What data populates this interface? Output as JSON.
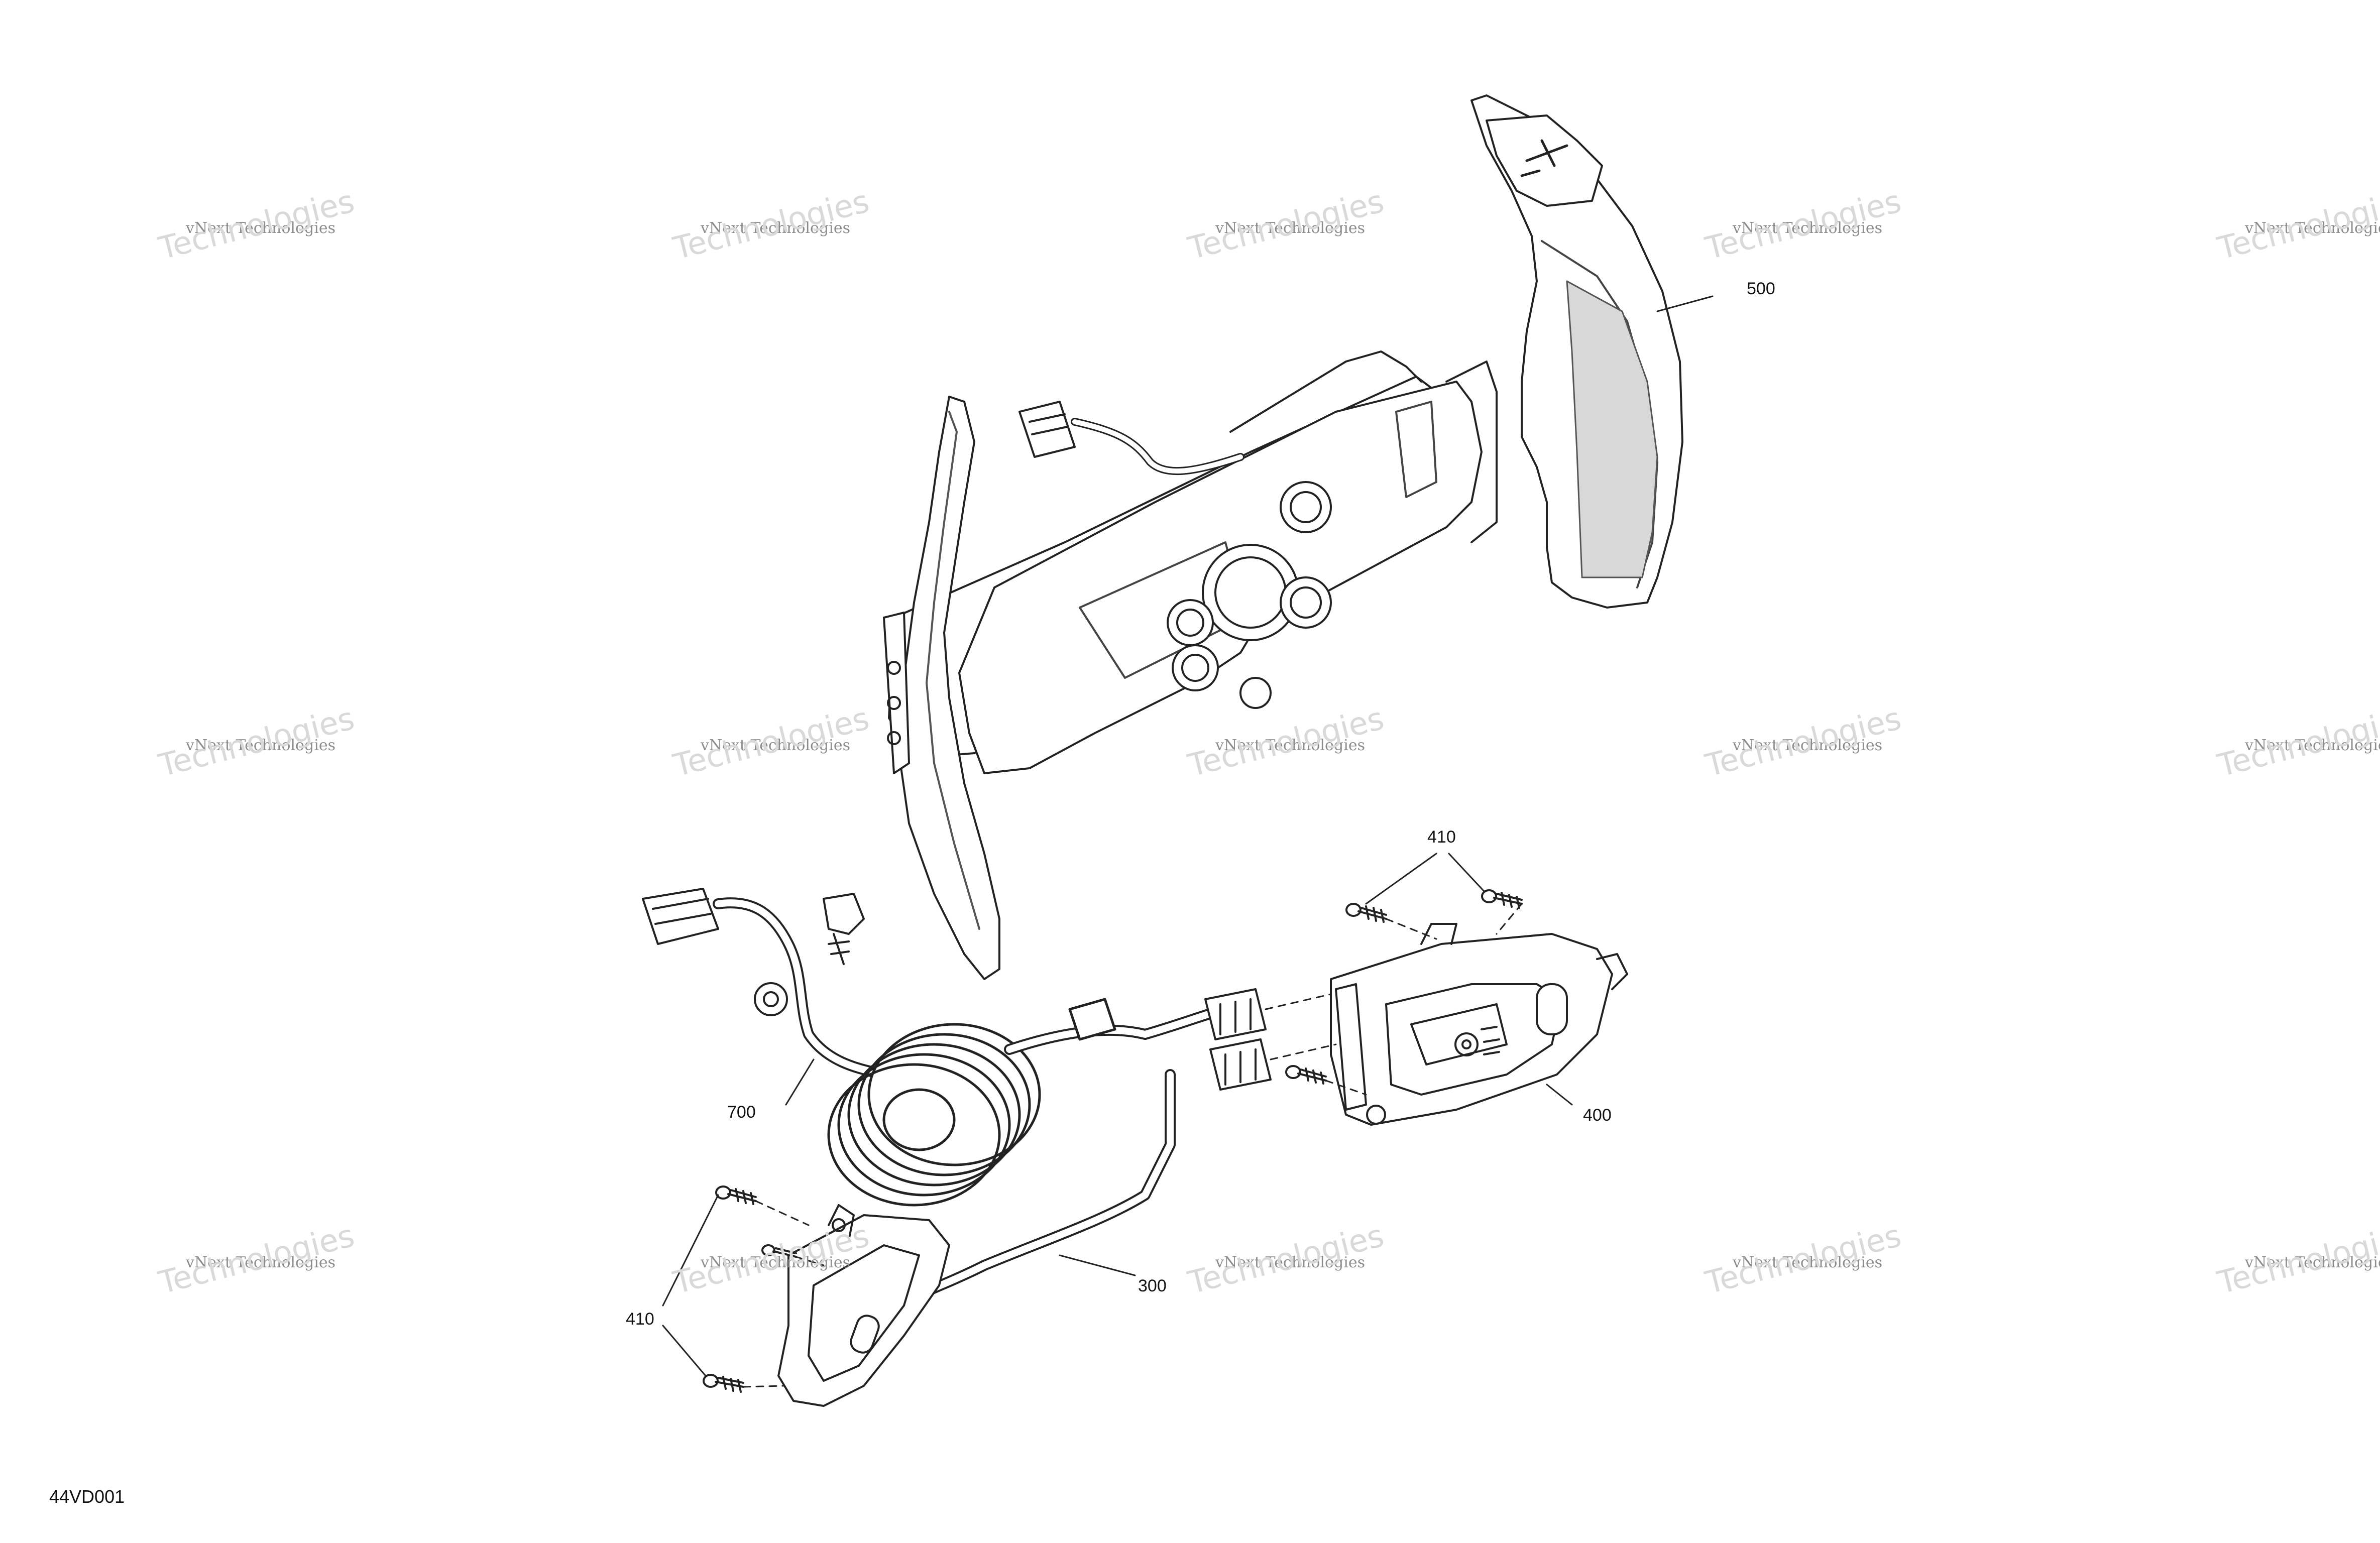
{
  "watermark": {
    "line1": "vNext Technologies",
    "line2": "Technologies",
    "overlay": "vNext"
  },
  "callouts": {
    "c500": "500",
    "c410_top": "410",
    "c400": "400",
    "c700": "700",
    "c300": "300",
    "c410_left": "410"
  },
  "drawing_code": "44VD001",
  "icons": {
    "paddle_symbol": "plus-minus-icon",
    "switch_symbol": "gear-settings-icon"
  }
}
